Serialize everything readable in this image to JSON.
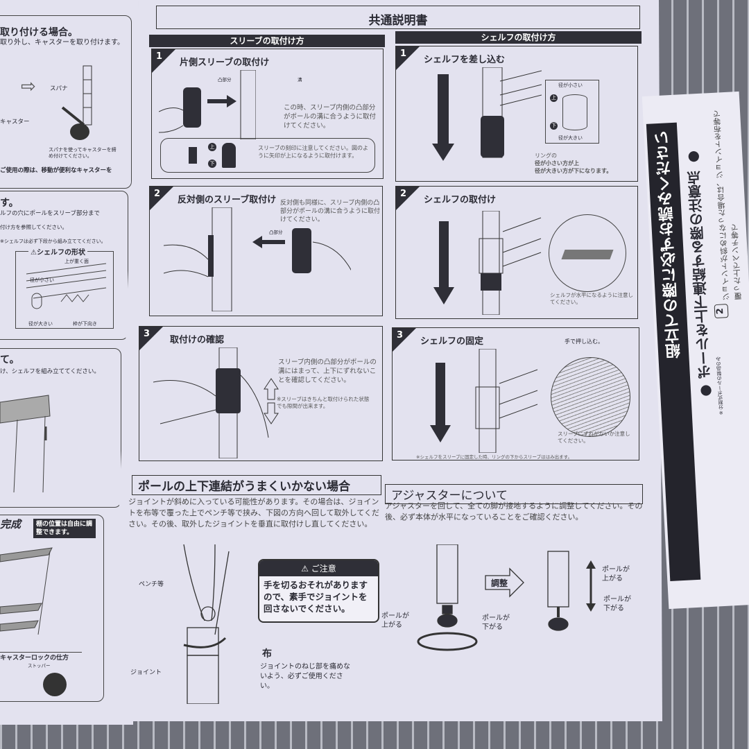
{
  "left_page": {
    "caster_heading": "取り付ける場合。",
    "caster_text": "取り外し、キャスターを取り付けます。",
    "spanner_label": "スパナ",
    "caster_label": "キャスター",
    "caster_note": "スパナを使ってキャスターを締め付けてください。",
    "caster_bottom": "ご使用の際は、移動が便利なキャスターを",
    "sleeve_heading": "す。",
    "sleeve_text1": "ルフの穴にポールをスリーブ部分まで",
    "sleeve_text2": "付け方を参照してください。",
    "sleeve_text3": "※シェルフは必ず下段から組み立ててください。",
    "shape_title": "シェルフの形状",
    "shape_labels": [
      "上が重く面",
      "径が小さい",
      "径が大きい",
      "枠が下向き"
    ],
    "assemble_heading": "て。",
    "assemble_text": "け、シェルフを組み立ててください。",
    "complete_heading": "完成",
    "complete_badge": "棚の位置は自由に調整できます。",
    "lock_title": "キャスターロックの仕方",
    "stopper_label": "ストッパー"
  },
  "center": {
    "title": "共通説明書",
    "sleeve": {
      "header": "スリーブの取付け方",
      "steps": [
        {
          "num": "1",
          "title": "片側スリーブの取付け",
          "labels": [
            "凸部分",
            "溝"
          ],
          "text": "この時、スリーブ内側の凸部分がポールの溝に合うように取付けてください。",
          "note": "スリーブの刻印に注意してください。図のように矢印が上になるように取付けます。",
          "up": "上",
          "down": "下"
        },
        {
          "num": "2",
          "title": "反対側のスリーブ取付け",
          "labels": [
            "凸部分"
          ],
          "text": "反対側も同様に、スリーブ内側の凸部分がポールの溝に合うように取付けてください。"
        },
        {
          "num": "3",
          "title": "取付けの確認",
          "text": "スリーブ内側の凸部分がポールの溝にはまって、上下にずれないことを確認してください。",
          "note": "※スリーブはきちんと取付けられた状態でも隙間が出来ます。"
        }
      ]
    },
    "shelf": {
      "header": "シェルフの取付け方",
      "steps": [
        {
          "num": "1",
          "title": "シェルフを差し込む",
          "labels": [
            "径が小さい",
            "径が大きい"
          ],
          "up": "上",
          "down": "下",
          "note_l1": "リングの",
          "note_l2": "径が小さい方が上",
          "note_l3": "径が大きい方が下になります。"
        },
        {
          "num": "2",
          "title": "シェルフの取付け",
          "note": "シェルフが水平になるように注意してください。"
        },
        {
          "num": "3",
          "title": "シェルフの固定",
          "label": "手で押し込む。",
          "note": "スリーブにずれがないか注意してください。"
        }
      ],
      "footnote": "※シェルフをスリーブに固定した時、リングの下からスリーブははみ出ます。"
    },
    "pole": {
      "heading": "ポールの上下連結がうまくいかない場合",
      "text": "ジョイントが斜めに入っている可能性があります。その場合は、ジョイントを布等で覆った上でペンチ等で挟み、下図の方向へ回して取外してください。その後、取外したジョイントを垂直に取付けし直してください。",
      "pliers_label": "ペンチ等",
      "joint_label": "ジョイント",
      "cloth_label": "布",
      "cloth_note": "ジョイントのねじ部を痛めないよう、必ずご使用ください。",
      "caution_title": "⚠ ご注意",
      "caution_text": "手を切るおそれがありますので、素手でジョイントを回さないでください。"
    },
    "adjuster": {
      "heading": "アジャスターについて",
      "text": "アジャスターを回して、全ての脚が接地するように調整してください。その後、必ず本体が水平になっていることをご確認ください。",
      "up_label": "ポールが上がる",
      "down_label": "ポールが下がる",
      "adjust_label": "調整",
      "up_label2": "ポールが上がる",
      "down_label2": "ポールが下がる"
    }
  },
  "right_page": {
    "banner": "組立ての際に必ずお読みください",
    "heading": "● ポールを上下連結する際の注意点 ●",
    "note": "※分割式ポールの製品のみ",
    "step_num": "2",
    "text": "ジョイントが斜めになった場合は、ジョイントを布等で覆った上でペンチ等で"
  },
  "colors": {
    "paper": "#e3e2ef",
    "ink": "#2f2f37",
    "rack": "#7d7f88"
  }
}
